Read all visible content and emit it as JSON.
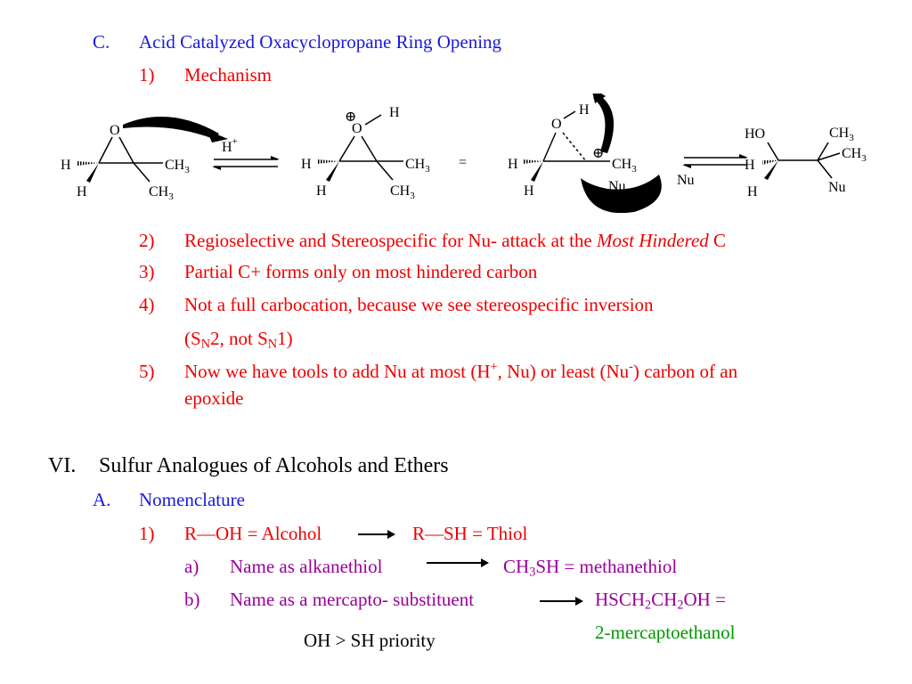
{
  "section_c": {
    "marker": "C.",
    "title": "Acid Catalyzed Oxacyclopropane Ring Opening"
  },
  "item1": {
    "num": "1)",
    "text": "Mechanism"
  },
  "mechanism": {
    "o": "O",
    "h": "H",
    "ch": "CH",
    "three": "3",
    "plus": "+",
    "eq": "=",
    "oplus": "⊕",
    "nu": "Nu",
    "ho": "HO",
    "nu_partial": "Nu"
  },
  "item2": {
    "num": "2)",
    "text_before": "Regioselective and Stereospecific for Nu- attack at the ",
    "text_em": "Most Hindered",
    "text_after": " C"
  },
  "item3": {
    "num": "3)",
    "text": "Partial C+ forms only on most hindered carbon"
  },
  "item4": {
    "num": "4)",
    "text": "Not a full carbocation, because we see stereospecific inversion",
    "cont_a": "(S",
    "cont_n1": "N",
    "cont_b": "2, not S",
    "cont_n2": "N",
    "cont_c": "1)"
  },
  "item5": {
    "num": "5)",
    "line1_a": "Now we have tools to add Nu at most (H",
    "sup_plus": "+",
    "line1_b": ", Nu) or least (Nu",
    "sup_minus": "-",
    "line1_c": ") carbon of an",
    "line2": "epoxide"
  },
  "section_vi": {
    "marker": "VI.",
    "title": "Sulfur Analogues of Alcohols and Ethers"
  },
  "section_a": {
    "marker": "A.",
    "title": "Nomenclature"
  },
  "nom1": {
    "num": "1)",
    "left": "R—OH = Alcohol",
    "right": "R—SH = Thiol"
  },
  "nom_a": {
    "letter": "a)",
    "text": "Name as alkanethiol",
    "res_a": "CH",
    "res_sub": "3",
    "res_b": "SH = methanethiol"
  },
  "nom_b": {
    "letter": "b)",
    "text": "Name as a mercapto- substituent",
    "res_a": "HSCH",
    "res_sub1": "2",
    "res_b": "CH",
    "res_sub2": "2",
    "res_c": "OH ="
  },
  "mercapto": "2-mercaptoethanol",
  "priority": "OH > SH priority"
}
